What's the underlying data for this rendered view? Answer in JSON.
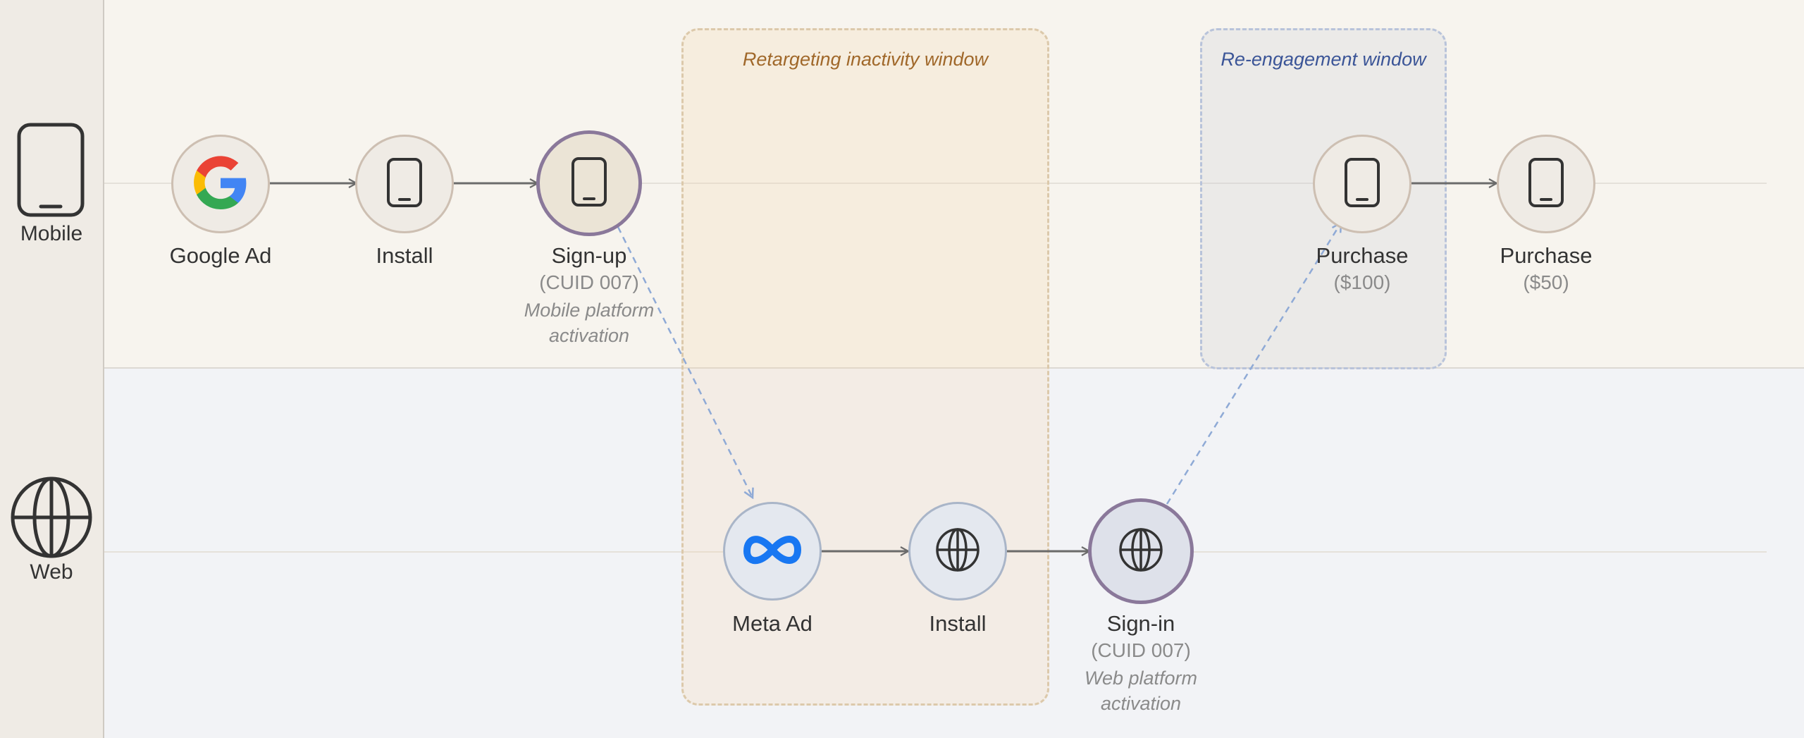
{
  "lanes": {
    "mobile": {
      "label": "Mobile",
      "icon": "phone-icon"
    },
    "web": {
      "label": "Web",
      "icon": "globe-icon"
    }
  },
  "windows": {
    "retargeting": {
      "label": "Retargeting inactivity window"
    },
    "reengagement": {
      "label": "Re-engagement window"
    }
  },
  "nodes": [
    {
      "id": "google-ad",
      "lane": "mobile",
      "icon": "google-logo-icon",
      "title": "Google Ad"
    },
    {
      "id": "mobile-install",
      "lane": "mobile",
      "icon": "phone-icon",
      "title": "Install"
    },
    {
      "id": "signup",
      "lane": "mobile",
      "icon": "phone-icon",
      "title": "Sign-up",
      "subtitle": "(CUID 007)",
      "note": "Mobile platform activation"
    },
    {
      "id": "meta-ad",
      "lane": "web",
      "icon": "meta-logo-icon",
      "title": "Meta Ad"
    },
    {
      "id": "web-install",
      "lane": "web",
      "icon": "globe-icon",
      "title": "Install"
    },
    {
      "id": "signin",
      "lane": "web",
      "icon": "globe-icon",
      "title": "Sign-in",
      "subtitle": "(CUID 007)",
      "note": "Web platform activation"
    },
    {
      "id": "purchase-100",
      "lane": "mobile",
      "icon": "phone-icon",
      "title": "Purchase",
      "subtitle": "($100)"
    },
    {
      "id": "purchase-50",
      "lane": "mobile",
      "icon": "phone-icon",
      "title": "Purchase",
      "subtitle": "($50)"
    }
  ],
  "edges": [
    {
      "from": "google-ad",
      "to": "mobile-install",
      "style": "solid"
    },
    {
      "from": "mobile-install",
      "to": "signup",
      "style": "solid"
    },
    {
      "from": "signup",
      "to": "meta-ad",
      "style": "dashed"
    },
    {
      "from": "meta-ad",
      "to": "web-install",
      "style": "solid"
    },
    {
      "from": "web-install",
      "to": "signin",
      "style": "solid"
    },
    {
      "from": "signin",
      "to": "purchase-100",
      "style": "dashed"
    },
    {
      "from": "purchase-100",
      "to": "purchase-50",
      "style": "solid"
    }
  ],
  "colors": {
    "mobile_lane": "#f7f4ee",
    "web_lane": "#f2f3f6",
    "activation_border": "#8a789a",
    "retargeting_window": "#a0682a",
    "reengagement_window": "#3b5597",
    "cross_link": "#8faad6"
  }
}
